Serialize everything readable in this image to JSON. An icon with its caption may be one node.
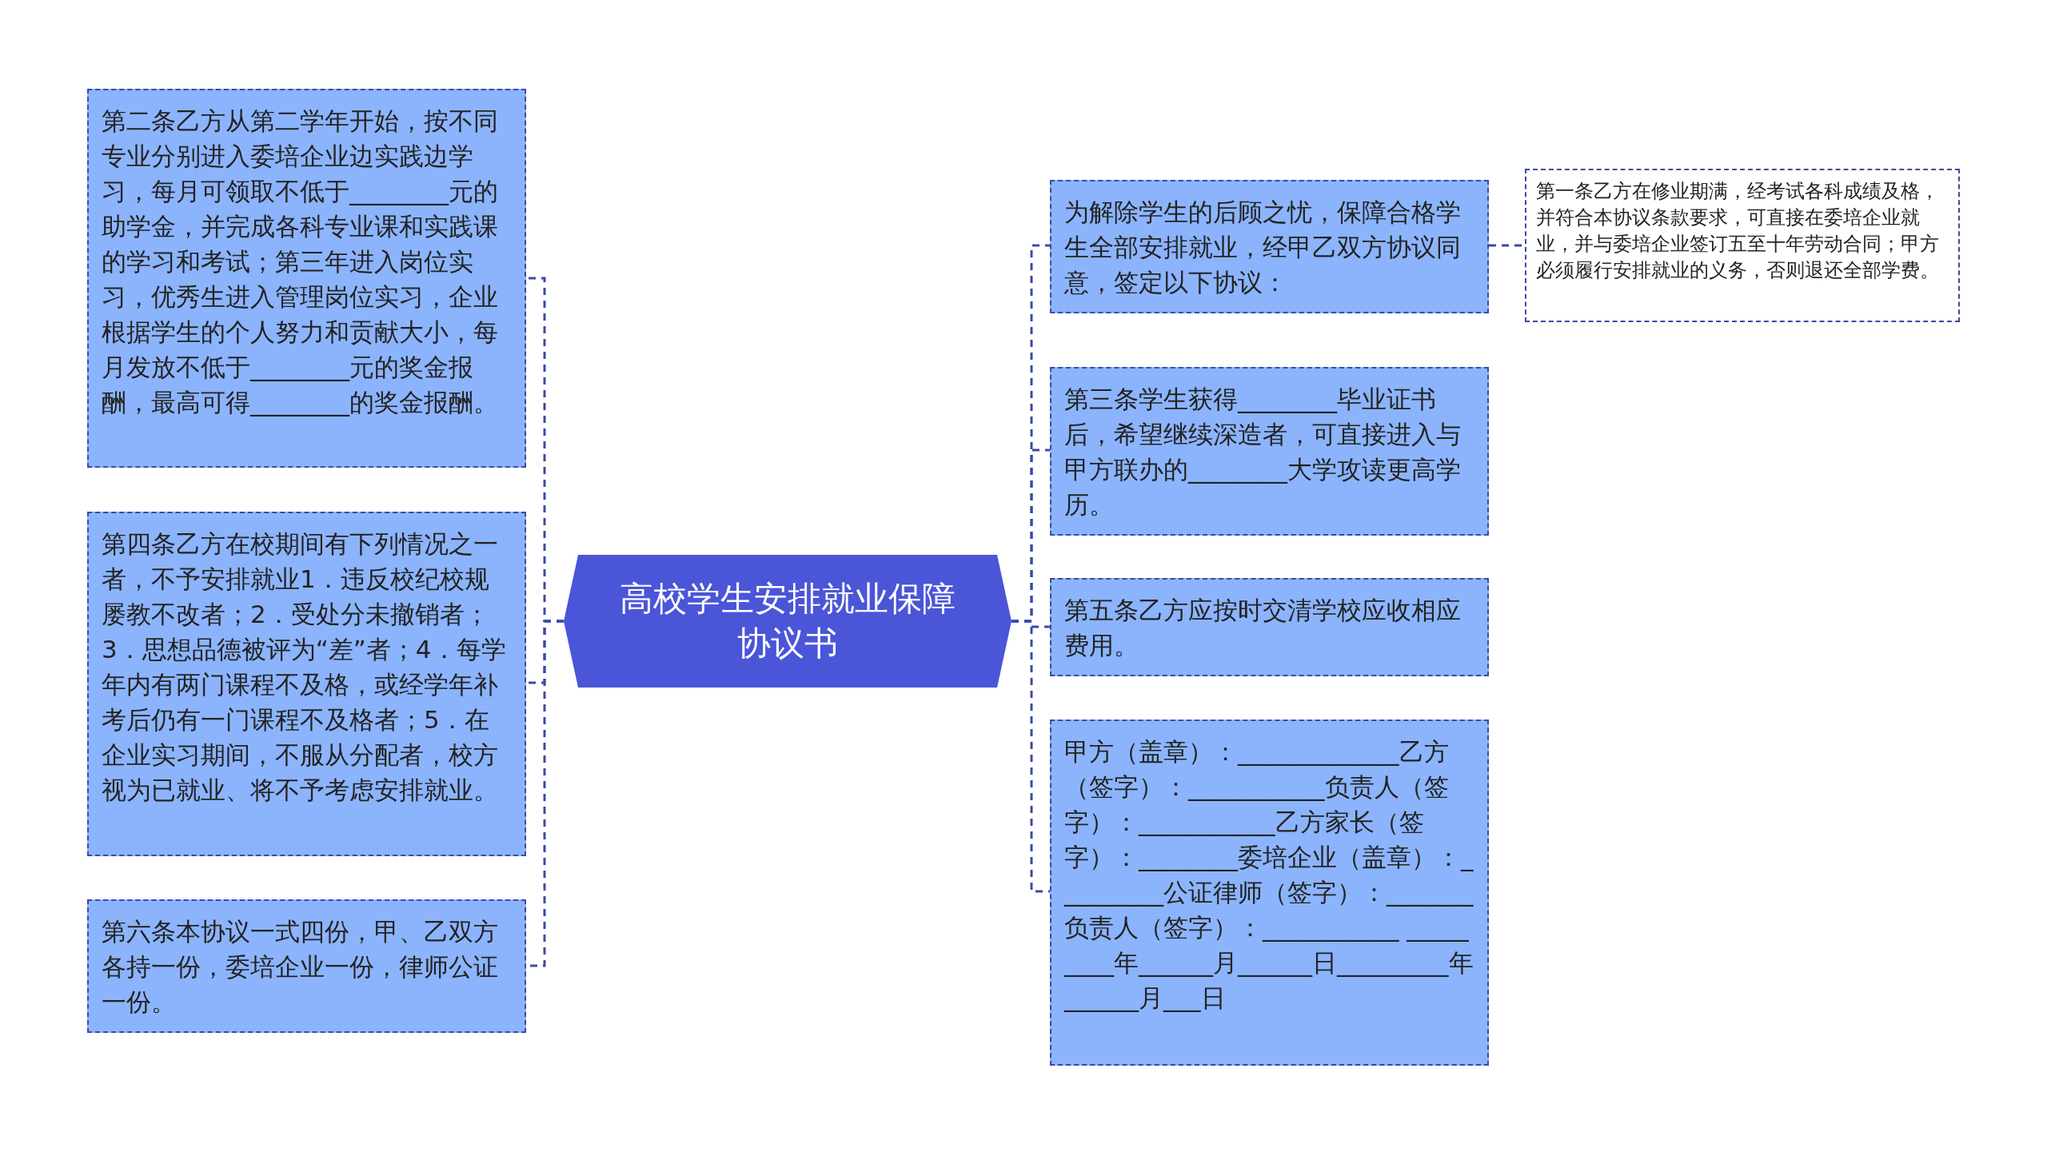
{
  "diagram": {
    "nodes": [
      {
        "text": [
          "高校学生安排就业保障协议书"
        ]
      },
      {
        "text": [
          "第二条乙方从第二学年开始，按不同专业分别进入委培企业边实践边学习，每月可领取不低于________元的助学金，并完成各科专业课和实践课的学习和考试；第三年进入岗位实习，优秀生进入管理岗位实习，企业根据学生的个人努力和贡献大小，每月发放不低于________元的奖金报酬，最高可得________的奖金报酬。"
        ]
      },
      {
        "text": [
          "第四条乙方在校期间有下列情况之一者，不予安排就业1．违反校纪校规屡教不改者；2．受处分未撤销者；3．思想品德被评为“差”者；4．每学年内有两门课程不及格，或经学年补考后仍有一门课程不及格者；5．在企业实习期间，不服从分配者，校方视为已就业、将不予考虑安排就业。"
        ]
      },
      {
        "text": [
          "第六条本协议一式四份，甲、乙双方各持一份，委培企业一份，律师公证一份。"
        ]
      },
      {
        "text": [
          "为解除学生的后顾之忧，保障合格学生全部安排就业，经甲乙双方协议同意，签定以下协议："
        ]
      },
      {
        "text": [
          "第一条乙方在修业期满，经考试各科成绩及格，并符合本协议条款要求，可直接在委培企业就业，并与委培企业签订五至十年劳动合同；甲方必须履行安排就业的义务，否则退还全部学费。"
        ]
      },
      {
        "text": [
          "第三条学生获得________毕业证书后，希望继续深造者，可直接进入与甲方联办的________大学攻读更高学历。"
        ]
      },
      {
        "text": [
          "第五条乙方应按时交清学校应收相应费用。"
        ]
      },
      {
        "text": [
          "甲方（盖章）：_____________乙方（签字）：___________负责人（签字）：___________乙方家长（签字）：________委培企业（盖章）：_________公证律师（签字）：_______负责人（签字）：___________ _________年______月______日_________年______月___日"
        ]
      }
    ],
    "edges": [
      {
        "from": 0,
        "to": 1,
        "arrow": "none"
      },
      {
        "from": 0,
        "to": 2,
        "arrow": "none"
      },
      {
        "from": 0,
        "to": 3,
        "arrow": "none"
      },
      {
        "from": 0,
        "to": 4,
        "arrow": "none"
      },
      {
        "from": 0,
        "to": 6,
        "arrow": "none"
      },
      {
        "from": 0,
        "to": 7,
        "arrow": "none"
      },
      {
        "from": 0,
        "to": 8,
        "arrow": "none"
      },
      {
        "from": 4,
        "to": 5,
        "arrow": "none"
      }
    ]
  }
}
